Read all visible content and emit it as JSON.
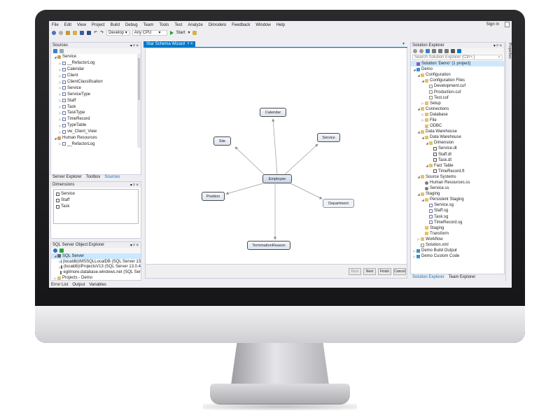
{
  "menu": [
    "File",
    "Edit",
    "View",
    "Project",
    "Build",
    "Debug",
    "Team",
    "Tools",
    "Test",
    "Analyze",
    "Dimodelo",
    "Feedback",
    "Window",
    "Help"
  ],
  "signin": "Sign in",
  "toolbar": {
    "config": "Develop",
    "platform": "Any CPU",
    "start": "Start"
  },
  "sources": {
    "title": "Sources",
    "pin": "▾ ᵖ ×",
    "items": [
      {
        "label": "Service",
        "level": 0,
        "icon": "db",
        "tri": "◢"
      },
      {
        "label": "__RefactorLog",
        "level": 1,
        "icon": "table",
        "tri": "▷"
      },
      {
        "label": "Calendar",
        "level": 1,
        "icon": "table",
        "tri": "▷"
      },
      {
        "label": "Client",
        "level": 1,
        "icon": "table",
        "tri": "▷"
      },
      {
        "label": "ClientClassification",
        "level": 1,
        "icon": "table",
        "tri": "▷"
      },
      {
        "label": "Service",
        "level": 1,
        "icon": "table",
        "tri": "▷"
      },
      {
        "label": "ServiceType",
        "level": 1,
        "icon": "table",
        "tri": "▷"
      },
      {
        "label": "Staff",
        "level": 1,
        "icon": "table",
        "tri": "▷"
      },
      {
        "label": "Task",
        "level": 1,
        "icon": "table",
        "tri": "▷"
      },
      {
        "label": "TaskType",
        "level": 1,
        "icon": "table",
        "tri": "▷"
      },
      {
        "label": "TimeRecord",
        "level": 1,
        "icon": "table",
        "tri": "▷"
      },
      {
        "label": "TypeTable",
        "level": 1,
        "icon": "table",
        "tri": "▷"
      },
      {
        "label": "vw_Client_View",
        "level": 1,
        "icon": "table",
        "tri": "▷"
      },
      {
        "label": "Human Resources",
        "level": 0,
        "icon": "db",
        "tri": "◢"
      },
      {
        "label": "__RefactorLog",
        "level": 1,
        "icon": "table",
        "tri": "▷"
      }
    ],
    "tabs": [
      "Server Explorer",
      "Toolbox",
      "Sources"
    ]
  },
  "dimensions": {
    "title": "Dimensions",
    "items": [
      "Service",
      "Staff",
      "Task"
    ]
  },
  "sql_explorer": {
    "title": "SQL Server Object Explorer",
    "items": [
      {
        "label": "SQL Server",
        "level": 0,
        "icon": "server",
        "tri": "◢"
      },
      {
        "label": "(localdb)\\MSSQLLocalDB (SQL Server 13",
        "level": 1,
        "icon": "server",
        "tri": "▷"
      },
      {
        "label": "(localdb)\\ProjectsV13 (SQL Server 13.0.4",
        "level": 1,
        "icon": "server",
        "tri": "▷"
      },
      {
        "label": "egilmore.database.windows.net (SQL Ser",
        "level": 1,
        "icon": "server",
        "tri": ""
      },
      {
        "label": "Projects - Demo",
        "level": 0,
        "icon": "folder",
        "tri": "▷"
      }
    ]
  },
  "bottom_tabs": [
    "Error List",
    "Output",
    "Variables"
  ],
  "document": {
    "tab": "Star Schema Wizard",
    "tab_icons": "ᵖ ×",
    "center": "Employee",
    "nodes": [
      "Calendar",
      "Service",
      "Site",
      "Position",
      "Department",
      "TerminationReason"
    ],
    "buttons": {
      "back": "Back",
      "next": "Next",
      "finish": "Finish",
      "cancel": "Cancel"
    }
  },
  "solution_explorer": {
    "title": "Solution Explorer",
    "search_placeholder": "Search Solution Explorer (Ctrl+;)",
    "items": [
      {
        "label": "Solution 'Demo' (1 project)",
        "level": 0,
        "icon": "solution",
        "tri": ""
      },
      {
        "label": "Demo",
        "level": 0,
        "icon": "project",
        "tri": "◢"
      },
      {
        "label": "Configuration",
        "level": 1,
        "icon": "folder",
        "tri": "◢"
      },
      {
        "label": "Configuration Files",
        "level": 2,
        "icon": "folder",
        "tri": "◢"
      },
      {
        "label": "Development.cuf",
        "level": 3,
        "icon": "file",
        "tri": ""
      },
      {
        "label": "Production.cuf",
        "level": 3,
        "icon": "file",
        "tri": ""
      },
      {
        "label": "Test.cuf",
        "level": 3,
        "icon": "file",
        "tri": ""
      },
      {
        "label": "Setup",
        "level": 2,
        "icon": "folder",
        "tri": "▷"
      },
      {
        "label": "Connections",
        "level": 1,
        "icon": "folder",
        "tri": "◢"
      },
      {
        "label": "Database",
        "level": 2,
        "icon": "folder",
        "tri": "▷"
      },
      {
        "label": "File",
        "level": 2,
        "icon": "folder",
        "tri": "▷"
      },
      {
        "label": "ODBC",
        "level": 2,
        "icon": "folder",
        "tri": ""
      },
      {
        "label": "Data Warehouse",
        "level": 1,
        "icon": "folder",
        "tri": "◢"
      },
      {
        "label": "Data Warehouse",
        "level": 2,
        "icon": "folder",
        "tri": "◢"
      },
      {
        "label": "Dimension",
        "level": 3,
        "icon": "folder",
        "tri": "◢"
      },
      {
        "label": "Service.dt",
        "level": 4,
        "icon": "dim",
        "tri": ""
      },
      {
        "label": "Staff.dt",
        "level": 4,
        "icon": "dim",
        "tri": ""
      },
      {
        "label": "Task.dt",
        "level": 4,
        "icon": "dim",
        "tri": ""
      },
      {
        "label": "Fact Table",
        "level": 3,
        "icon": "folder",
        "tri": "◢"
      },
      {
        "label": "TimeRecord.ft",
        "level": 4,
        "icon": "dim",
        "tri": ""
      },
      {
        "label": "Source Systems",
        "level": 1,
        "icon": "folder",
        "tri": "◢"
      },
      {
        "label": "Human Resources.ss",
        "level": 2,
        "icon": "gear",
        "tri": ""
      },
      {
        "label": "Service.ss",
        "level": 2,
        "icon": "gear",
        "tri": ""
      },
      {
        "label": "Staging",
        "level": 1,
        "icon": "folder",
        "tri": "◢"
      },
      {
        "label": "Persistent Staging",
        "level": 2,
        "icon": "folder",
        "tri": "◢"
      },
      {
        "label": "Service.sg",
        "level": 3,
        "icon": "table",
        "tri": ""
      },
      {
        "label": "Staff.sg",
        "level": 3,
        "icon": "table",
        "tri": ""
      },
      {
        "label": "Task.sg",
        "level": 3,
        "icon": "table",
        "tri": ""
      },
      {
        "label": "TimeRecord.sg",
        "level": 3,
        "icon": "table",
        "tri": ""
      },
      {
        "label": "Staging",
        "level": 2,
        "icon": "folder",
        "tri": ""
      },
      {
        "label": "Transform",
        "level": 2,
        "icon": "folder",
        "tri": ""
      },
      {
        "label": "Workflow",
        "level": 1,
        "icon": "folder",
        "tri": "▷"
      },
      {
        "label": "Solution.xml",
        "level": 1,
        "icon": "file",
        "tri": ""
      },
      {
        "label": "Demo Build Output",
        "level": 0,
        "icon": "project",
        "tri": "▷"
      },
      {
        "label": "Demo Custom Code",
        "level": 0,
        "icon": "project",
        "tri": "▷"
      }
    ],
    "tabs": [
      "Solution Explorer",
      "Team Explorer"
    ]
  },
  "properties_strip": "Properties",
  "colors": {
    "accent": "#007acc",
    "ide_bg": "#eeeef2",
    "folder": "#e6c06a"
  }
}
